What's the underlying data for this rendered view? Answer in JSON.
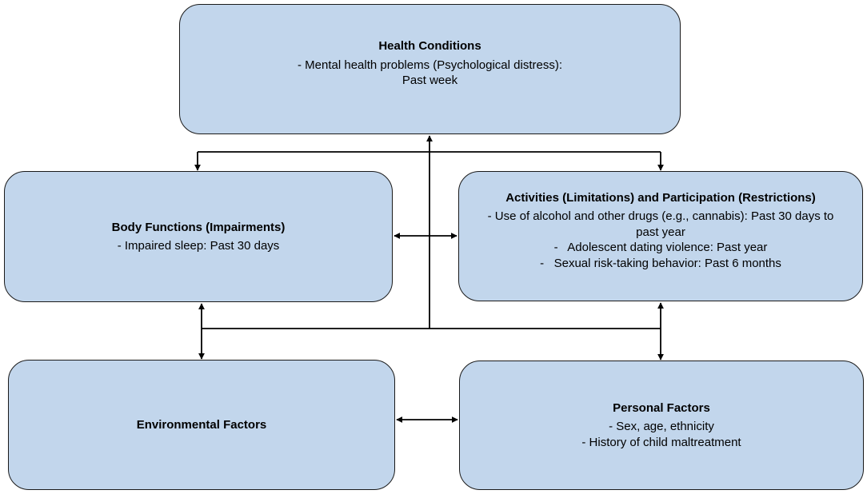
{
  "boxes": {
    "health": {
      "title": "Health Conditions",
      "lines": [
        "- Mental health problems (Psychological distress):",
        "Past week"
      ]
    },
    "body": {
      "title": "Body Functions (Impairments)",
      "lines": [
        "- Impaired sleep: Past 30 days"
      ]
    },
    "activities": {
      "title": "Activities (Limitations) and Participation (Restrictions)",
      "lines": [
        "- Use of alcohol and other drugs (e.g., cannabis): Past 30 days to",
        "past year",
        "-   Adolescent dating violence: Past year",
        "-   Sexual risk-taking behavior: Past 6 months"
      ]
    },
    "environmental": {
      "title": "Environmental Factors",
      "lines": []
    },
    "personal": {
      "title": "Personal Factors",
      "lines": [
        "- Sex, age, ethnicity",
        "- History of child maltreatment"
      ]
    }
  },
  "colors": {
    "box_fill": "#c2d6ec",
    "stroke": "#1a1a1a"
  }
}
